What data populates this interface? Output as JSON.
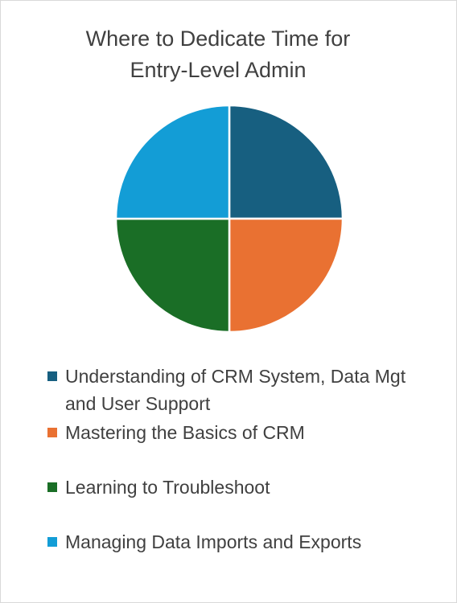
{
  "chart_data": {
    "type": "pie",
    "title": "Where to Dedicate Time for\nEntry-Level Admin",
    "categories": [
      "Understanding of CRM System, Data Mgt and User Support",
      "Mastering the Basics of CRM",
      "Learning to Troubleshoot",
      "Managing Data Imports and Exports"
    ],
    "values": [
      25,
      25,
      25,
      25
    ],
    "colors": [
      "#175f80",
      "#e97132",
      "#1a6e26",
      "#139dd6"
    ],
    "legend_position": "bottom"
  }
}
